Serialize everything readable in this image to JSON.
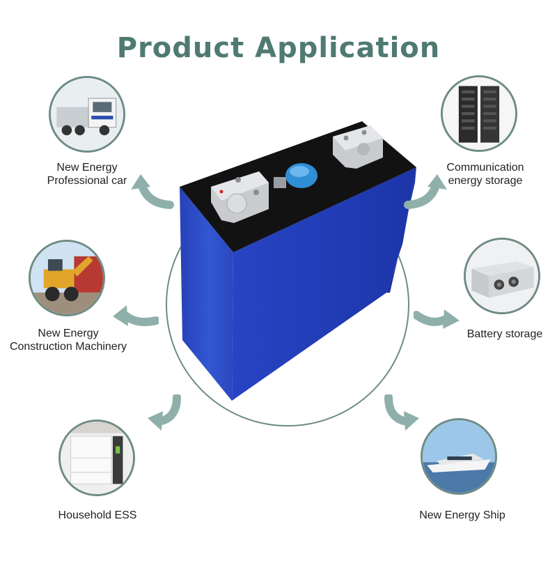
{
  "title": "Product Application",
  "colors": {
    "title": "#4f7a72",
    "ring": "#6e8b85",
    "arrow": "#8fb0aa",
    "battery_blue": "#2f4fc4",
    "battery_top": "#141414"
  },
  "applications": [
    {
      "id": "professional-car",
      "lines": [
        "New Energy",
        "Professional car"
      ],
      "icon": "truck-icon"
    },
    {
      "id": "communication-storage",
      "lines": [
        "Communication",
        "energy storage"
      ],
      "icon": "server-rack-icon"
    },
    {
      "id": "construction-machinery",
      "lines": [
        "New Energy",
        "Construction Machinery"
      ],
      "icon": "wheel-loader-icon"
    },
    {
      "id": "battery-storage",
      "lines": [
        "Battery storage"
      ],
      "icon": "battery-module-icon"
    },
    {
      "id": "household-ess",
      "lines": [
        "Household ESS"
      ],
      "icon": "home-battery-icon"
    },
    {
      "id": "energy-ship",
      "lines": [
        "New Energy Ship"
      ],
      "icon": "yacht-icon"
    }
  ]
}
